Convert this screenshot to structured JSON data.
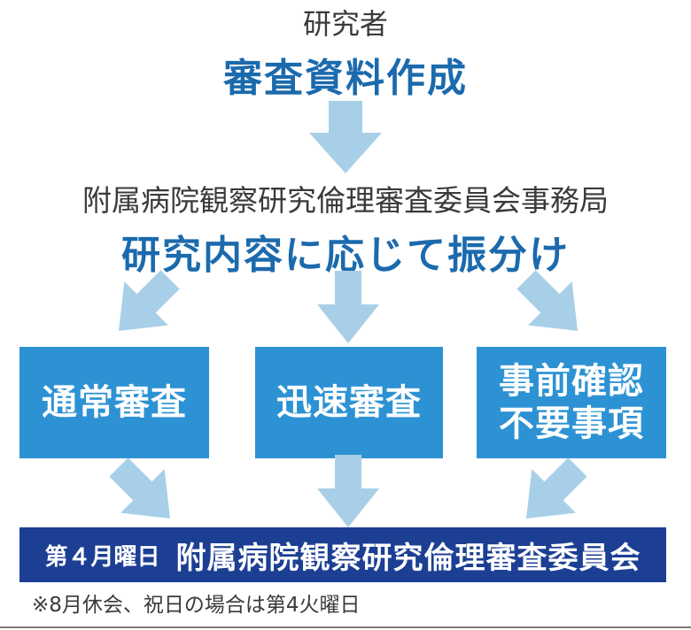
{
  "researcher": {
    "label": "研究者",
    "task": "審査資料作成"
  },
  "office": {
    "label": "附属病院観察研究倫理審査委員会事務局",
    "task": "研究内容に応じて振分け"
  },
  "review_types": {
    "normal": "通常審査",
    "expedited": "迅速審査",
    "exempt_line1": "事前確認",
    "exempt_line2": "不要事項"
  },
  "committee": {
    "schedule": "第４月曜日",
    "name": "附属病院観察研究倫理審査委員会"
  },
  "footnote": "※8月休会、祝日の場合は第4火曜日",
  "colors": {
    "arrow": "#a8cfe8",
    "box": "#2d92d4",
    "bar": "#1c3f94",
    "heading_blue": "#1b6aad"
  }
}
